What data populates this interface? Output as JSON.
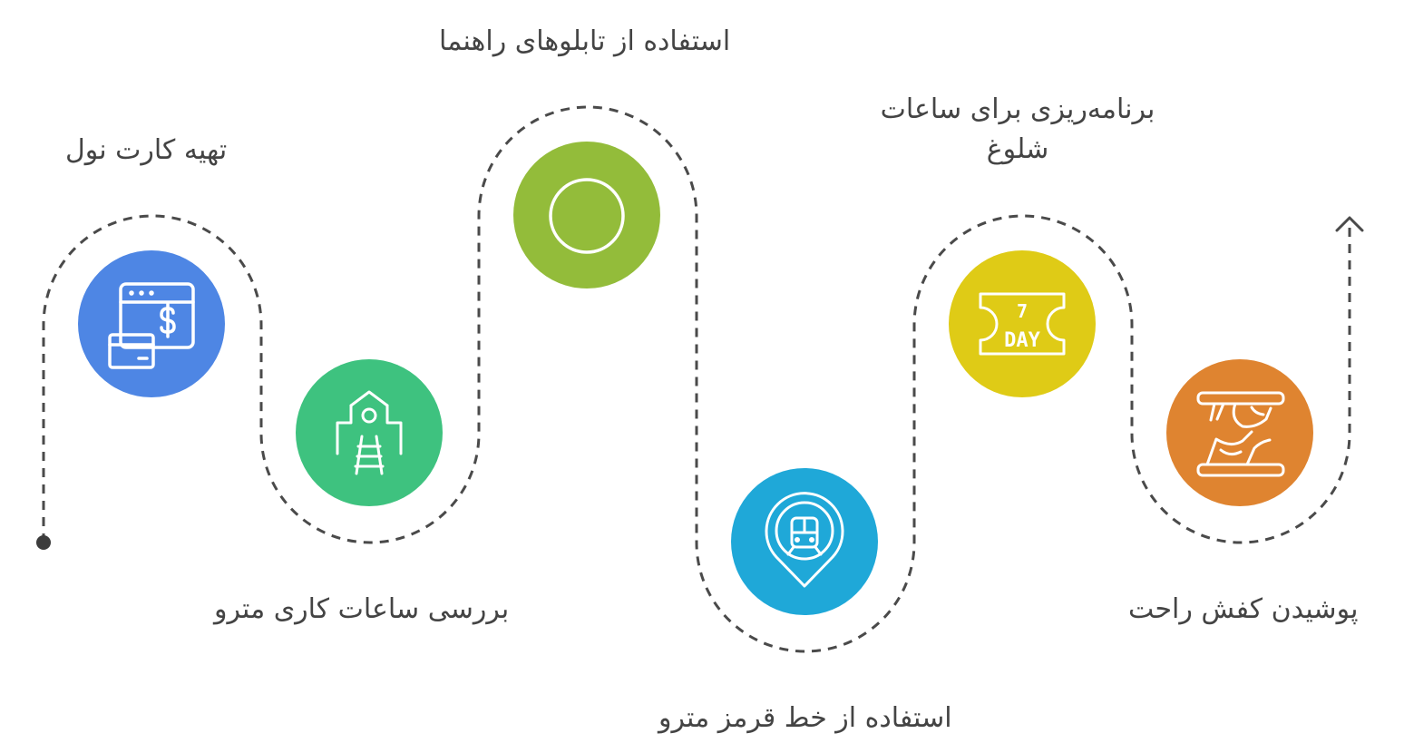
{
  "diagram": {
    "steps": [
      {
        "label": "تهیه کارت نول",
        "color": "#4e86e4",
        "icon": "card-payment-icon"
      },
      {
        "label": "بررسی ساعات کاری مترو",
        "color": "#3ec27f",
        "icon": "metro-station-icon"
      },
      {
        "label": "استفاده از تابلوهای راهنما",
        "color": "#93bc3a",
        "icon": "circle-sign-icon"
      },
      {
        "label": "استفاده از خط قرمز مترو",
        "color": "#1fa8d8",
        "icon": "metro-location-icon"
      },
      {
        "label": "برنامه‌ریزی برای ساعات شلوغ",
        "color": "#dfcb16",
        "icon": "seven-day-ticket-icon"
      },
      {
        "label": "پوشیدن کفش راحت",
        "color": "#df8430",
        "icon": "comfortable-shoe-icon"
      }
    ],
    "ticket_text": {
      "top": "7",
      "bottom": "DAY"
    }
  }
}
